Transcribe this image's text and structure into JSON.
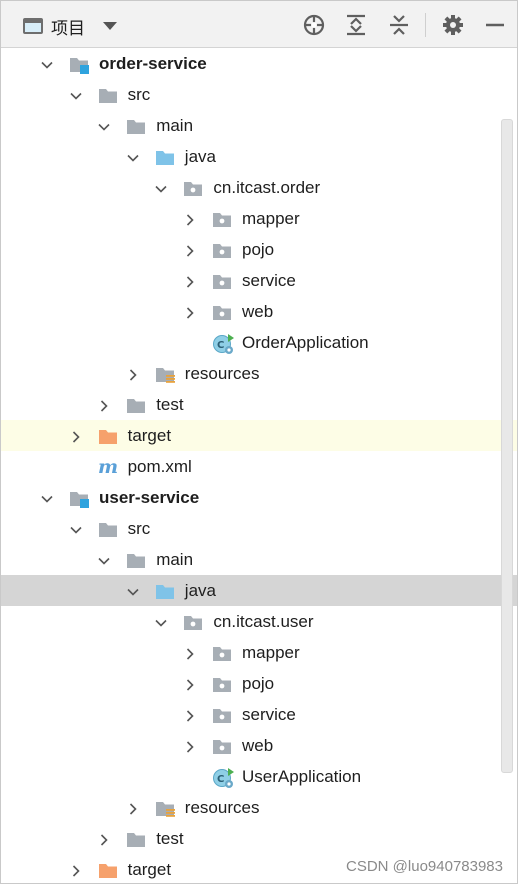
{
  "toolbar": {
    "view_label": "项目",
    "icons": [
      "locate-icon",
      "expand-all-icon",
      "collapse-all-icon",
      "gear-icon",
      "minimize-icon"
    ]
  },
  "tree": [
    {
      "label": "order-service",
      "depth": 0,
      "arrow": "down",
      "icon": "module",
      "bold": true
    },
    {
      "label": "src",
      "depth": 1,
      "arrow": "down",
      "icon": "folder"
    },
    {
      "label": "main",
      "depth": 2,
      "arrow": "down",
      "icon": "folder"
    },
    {
      "label": "java",
      "depth": 3,
      "arrow": "down",
      "icon": "source-root"
    },
    {
      "label": "cn.itcast.order",
      "depth": 4,
      "arrow": "down",
      "icon": "package"
    },
    {
      "label": "mapper",
      "depth": 5,
      "arrow": "right",
      "icon": "package"
    },
    {
      "label": "pojo",
      "depth": 5,
      "arrow": "right",
      "icon": "package"
    },
    {
      "label": "service",
      "depth": 5,
      "arrow": "right",
      "icon": "package"
    },
    {
      "label": "web",
      "depth": 5,
      "arrow": "right",
      "icon": "package"
    },
    {
      "label": "OrderApplication",
      "depth": 5,
      "arrow": "none",
      "icon": "spring-class"
    },
    {
      "label": "resources",
      "depth": 3,
      "arrow": "right",
      "icon": "resources"
    },
    {
      "label": "test",
      "depth": 2,
      "arrow": "right",
      "icon": "folder"
    },
    {
      "label": "target",
      "depth": 1,
      "arrow": "right",
      "icon": "excluded-folder",
      "state": "excluded"
    },
    {
      "label": "pom.xml",
      "depth": 1,
      "arrow": "none",
      "icon": "maven"
    },
    {
      "label": "user-service",
      "depth": 0,
      "arrow": "down",
      "icon": "module",
      "bold": true
    },
    {
      "label": "src",
      "depth": 1,
      "arrow": "down",
      "icon": "folder"
    },
    {
      "label": "main",
      "depth": 2,
      "arrow": "down",
      "icon": "folder"
    },
    {
      "label": "java",
      "depth": 3,
      "arrow": "down",
      "icon": "source-root",
      "state": "selected"
    },
    {
      "label": "cn.itcast.user",
      "depth": 4,
      "arrow": "down",
      "icon": "package"
    },
    {
      "label": "mapper",
      "depth": 5,
      "arrow": "right",
      "icon": "package"
    },
    {
      "label": "pojo",
      "depth": 5,
      "arrow": "right",
      "icon": "package"
    },
    {
      "label": "service",
      "depth": 5,
      "arrow": "right",
      "icon": "package"
    },
    {
      "label": "web",
      "depth": 5,
      "arrow": "right",
      "icon": "package"
    },
    {
      "label": "UserApplication",
      "depth": 5,
      "arrow": "none",
      "icon": "spring-class"
    },
    {
      "label": "resources",
      "depth": 3,
      "arrow": "right",
      "icon": "resources"
    },
    {
      "label": "test",
      "depth": 2,
      "arrow": "right",
      "icon": "folder"
    },
    {
      "label": "target",
      "depth": 1,
      "arrow": "right",
      "icon": "excluded-folder"
    }
  ],
  "colors": {
    "folder": "#a7aeb5",
    "source_root": "#7fc3e8",
    "excluded": "#f6a16c",
    "maven": "#5aa0d8",
    "selected_row": "#d5d5d5",
    "excluded_row": "#fdfde6"
  },
  "watermark": "CSDN @luo940783983"
}
